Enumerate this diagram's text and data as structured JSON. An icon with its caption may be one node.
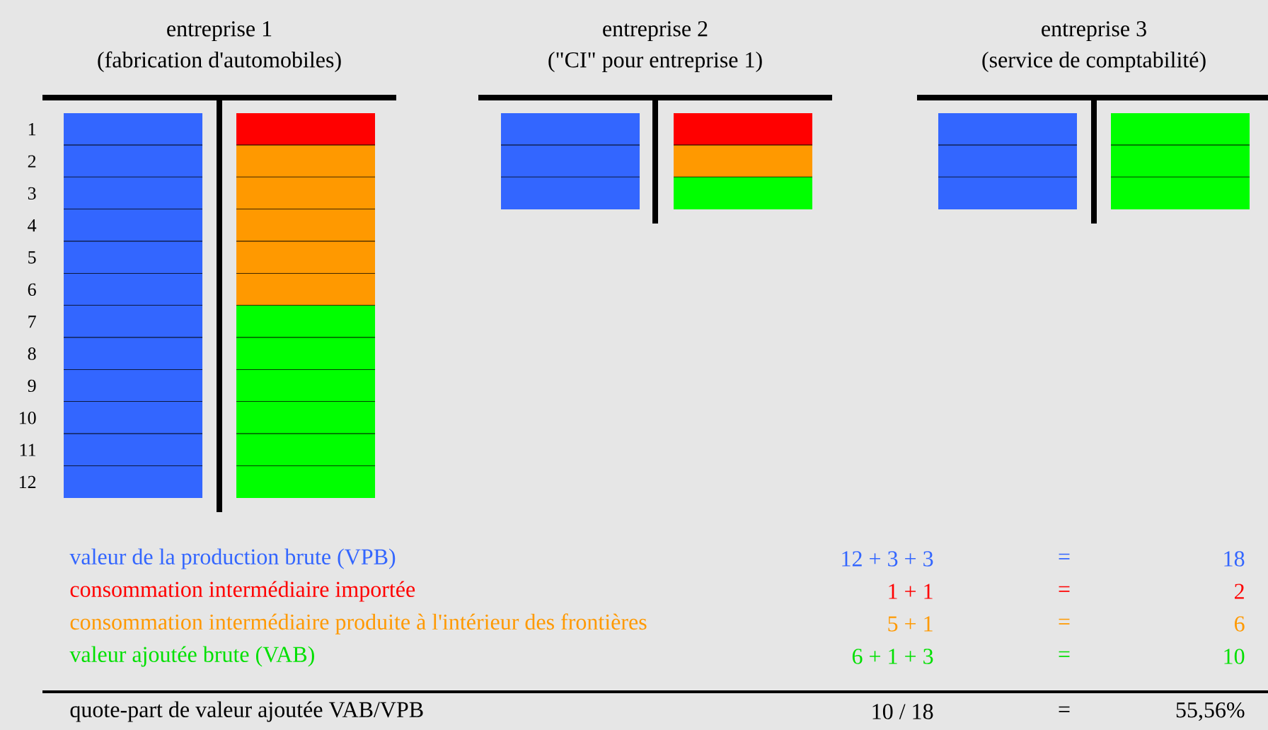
{
  "diagram": {
    "nodes": [
      {
        "text": [
          "entreprise 1",
          "(fabrication d'automobiles)"
        ],
        "beside": [
          "1",
          "2",
          "3",
          "4",
          "5",
          "6",
          "7",
          "8",
          "9",
          "10",
          "11",
          "12"
        ]
      },
      {
        "text": [
          "entreprise 2",
          "(\"CI\" pour entreprise 1)"
        ]
      },
      {
        "text": [
          "entreprise 3",
          "(service de comptabilité)"
        ]
      }
    ],
    "labels": [
      "valeur de la production brute (VPB)",
      "12 + 3 + 3",
      "=",
      "18",
      "consommation intermédiaire importée",
      "1 + 1",
      "=",
      "2",
      "consommation intermédiaire produite à l'intérieur des frontières",
      "5 + 1",
      "=",
      "6",
      "valeur ajoutée brute (VAB)",
      "6 + 1 + 3",
      "=",
      "10",
      "quote-part de valeur ajoutée VAB/VPB",
      "10 / 18",
      "=",
      "55,56%"
    ]
  }
}
